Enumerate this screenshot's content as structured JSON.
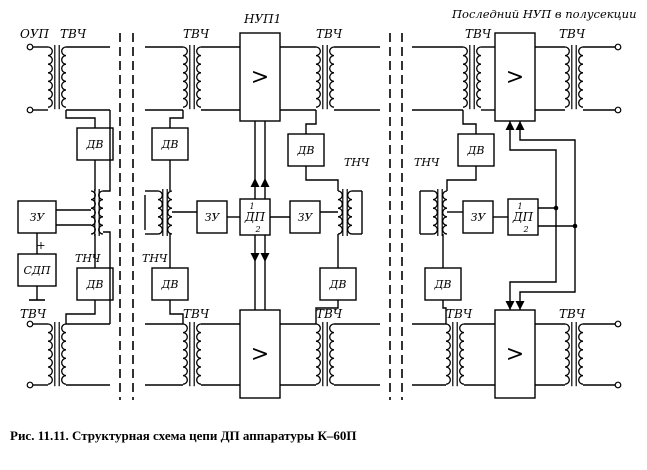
{
  "labels": {
    "oup": "ОУП",
    "tvch": "ТВЧ",
    "tnch": "ТНЧ",
    "nup1": "НУП1",
    "last_nup": "Последний НУП в полусекции",
    "zu": "ЗУ",
    "dv": "ДВ",
    "dp": "ДП",
    "sdp": "СДП",
    "amp": ">",
    "dp_in": "1",
    "dp_out": "2",
    "plus": "+",
    "minus": "–"
  },
  "caption": "Рис. 11.11. Структурная схема цепи ДП аппаратуры К–60П"
}
